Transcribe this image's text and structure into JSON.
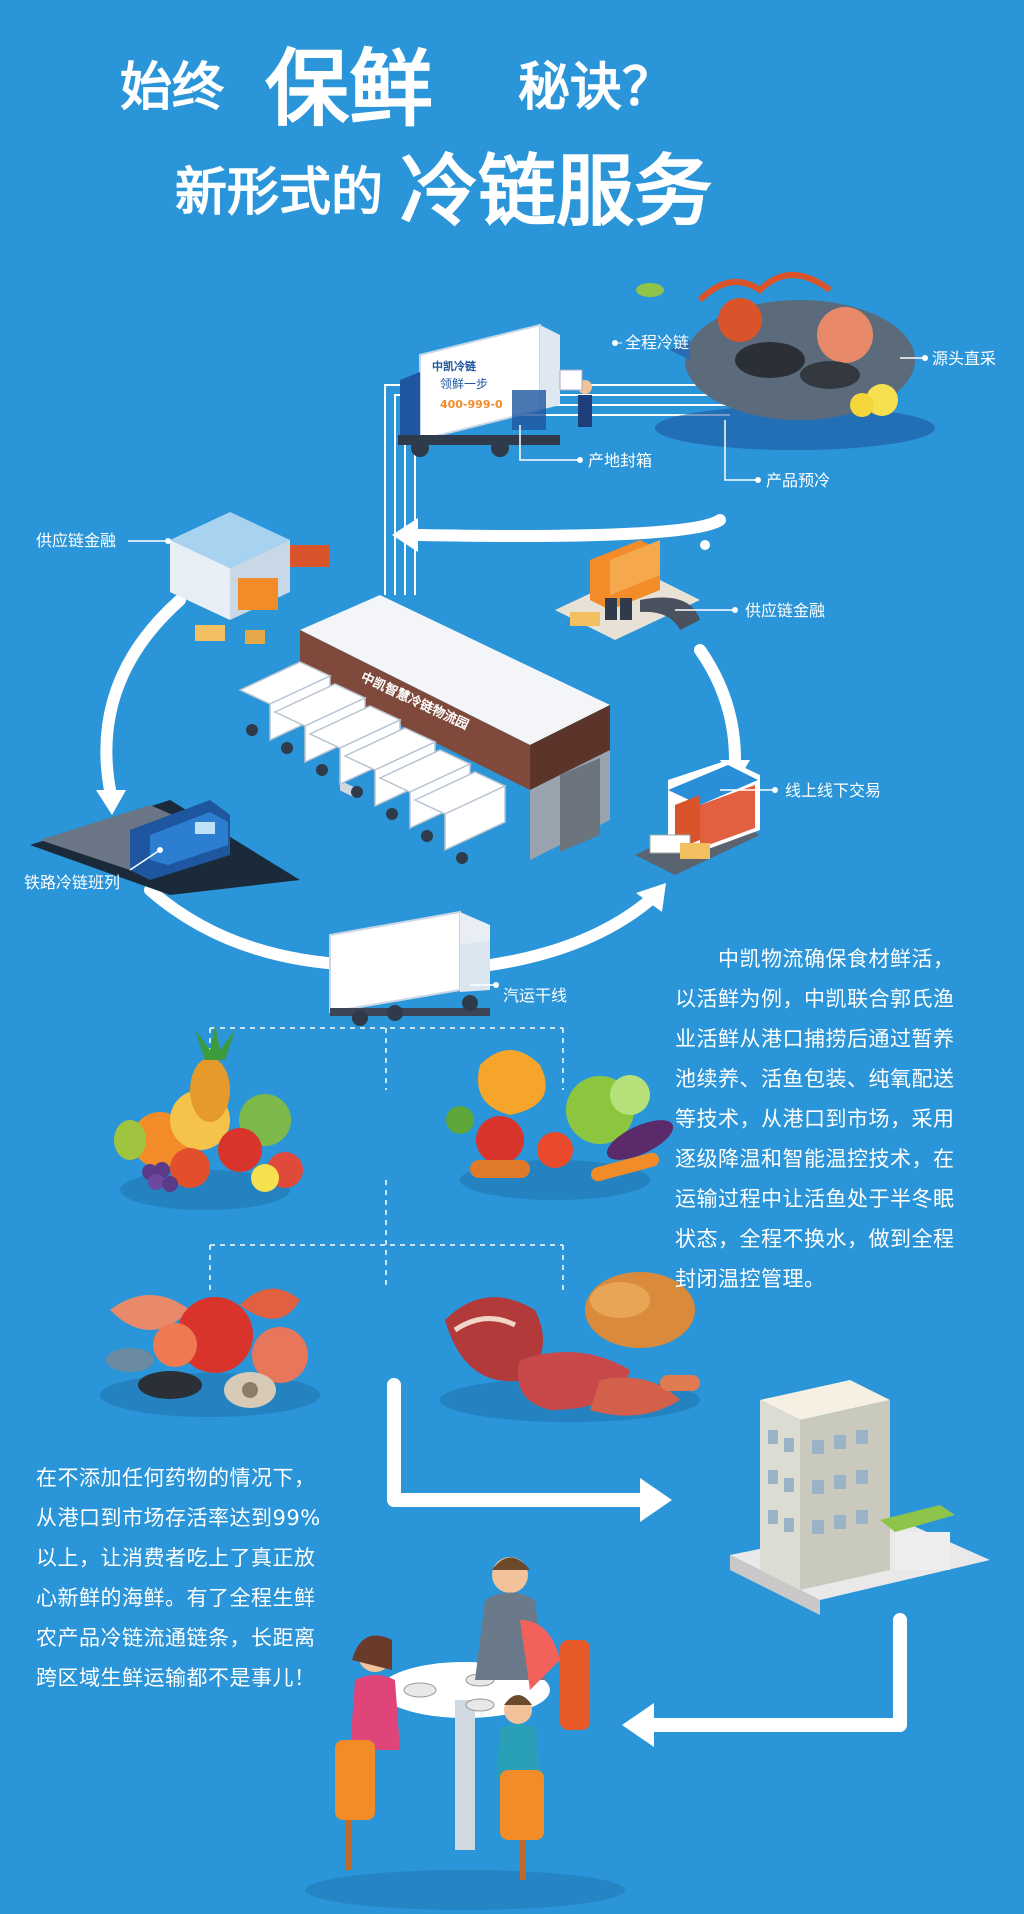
{
  "colors": {
    "background": "#2a95d8",
    "text": "#ffffff",
    "arrow": "#ffffff",
    "accent_blue": "#1e56a0",
    "accent_orange": "#f28c28"
  },
  "title": {
    "line1_small_a": "始终",
    "line1_big": "保鲜",
    "line1_small_b": "秘诀？",
    "line2_small": "新形式的",
    "line2_big": "冷链服务"
  },
  "callouts": {
    "whole_cold_chain": "全程冷链",
    "source_direct": "源头直采",
    "origin_packing": "产地封箱",
    "product_precool": "产品预冷",
    "supply_finance_left": "供应链金融",
    "supply_finance_right": "供应链金融",
    "online_offline": "线上线下交易",
    "rail": "铁路冷链班列",
    "road": "汽运干线"
  },
  "hub": {
    "sign": "中凯智慧冷链物流园"
  },
  "truck": {
    "brand": "中凯冷链",
    "slogan": "领鲜一步",
    "phone": "400-999-0"
  },
  "paragraphs": {
    "right": "　　中凯物流确保食材鲜活，\n以活鲜为例，中凯联合郭氏渔\n业活鲜从港口捕捞后通过暂养\n池续养、活鱼包装、纯氧配送\n等技术，从港口到市场，采用\n逐级降温和智能温控技术，在\n运输过程中让活鱼处于半冬眠\n状态，全程不换水，做到全程\n封闭温控管理。",
    "left": "在不添加任何药物的情况下，\n从港口到市场存活率达到99%\n以上，让消费者吃上了真正放\n心新鲜的海鲜。有了全程生鲜\n农产品冷链流通链条，长距离\n跨区域生鲜运输都不是事儿！"
  },
  "icons": {
    "title": "title-lettering",
    "top_truck": "refrigerated-truck-icon",
    "seafood": "seafood-platter-icon",
    "warehouse_left": "warehouse-icon",
    "shop_right": "shop-icon",
    "hub": "cold-chain-hub-icon",
    "train": "train-icon",
    "road_truck": "truck-icon",
    "store": "online-store-icon",
    "fruits": "fruits-icon",
    "vegetables": "vegetables-icon",
    "seafood_group": "seafood-icon",
    "meat": "meat-icon",
    "building": "building-icon",
    "family": "family-dining-icon"
  }
}
